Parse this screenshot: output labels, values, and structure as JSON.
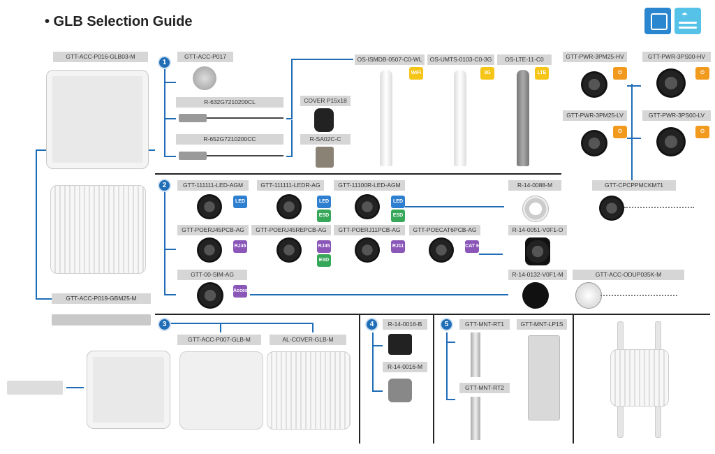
{
  "title": "• GLB Selection Guide",
  "colors": {
    "accent": "#1f6db6",
    "label_bg": "#d6d6d6"
  },
  "header_icons": [
    "enclosure-icon",
    "waterproof-icon"
  ],
  "sections": {
    "s1": "1",
    "s2": "2",
    "s3": "3",
    "s4": "4",
    "s5": "5"
  },
  "labels": {
    "enclosure_main": "GTT-ACC-P016-GLB03-M",
    "p017": "GTT-ACC-P017",
    "cable1": "R-632G7210200CL",
    "cable2": "R-652G7210200CC",
    "cover": "COVER P15x18",
    "sa02c": "R-SA02C-C",
    "ant1": "OS-ISMDB-0507-C0-WL",
    "ant2": "OS-UMTS-0103-C0-3G",
    "ant3": "OS-LTE-11-C0",
    "pwr_hv": "GTT-PWR-3PM25-HV",
    "pwr_ps_hv": "GTT-PWR-3PS00-HV",
    "pwr_lv": "GTT-PWR-3PM25-LV",
    "pwr_ps_lv": "GTT-PWR-3PS00-LV",
    "cpcp": "GTT-CPCPPMCKM71",
    "led1": "GTT-111111-LED-AGM",
    "led2": "GTT-111111-LEDR-AG",
    "led3": "GTT-11100R-LED-AGM",
    "r0088": "R-14-0088-M",
    "rj45": "GTT-POERJ45PCB-AG",
    "rj45rep": "GTT-POERJ45REPCB-AG",
    "rj11": "GTT-POERJ11PCB-AG",
    "cat6": "GTT-POECAT6PCB-AG",
    "r0051": "R-14-0051-V0F1-O",
    "sim": "GTT-00-SIM-AG",
    "r0132": "R-14-0132-V0F1-M",
    "odup": "GTT-ACC-ODUP035K-M",
    "p019": "GTT-ACC-P019-GBM25-M",
    "p007": "GTT-ACC-P007-GLB-M",
    "alcover": "AL-COVER-GLB-M",
    "r0016b": "R-14-0016-B",
    "r0016m": "R-14-0016-M",
    "rt1": "GTT-MNT-RT1",
    "lp1s": "GTT-MNT-LP1S",
    "rt2": "GTT-MNT-RT2"
  },
  "badges": {
    "wifi": "WiFi",
    "g3": "3G",
    "lte": "LTE",
    "led": "LED",
    "esd": "ESD",
    "rj45": "RJ45",
    "rj11": "RJ11",
    "cat6": "CAT 6",
    "access": "Access",
    "power": "⏻"
  }
}
